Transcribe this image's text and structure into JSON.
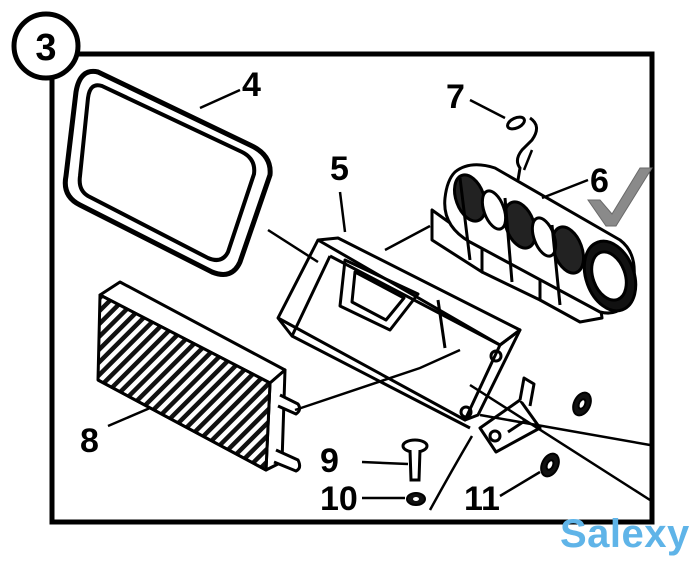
{
  "figure": {
    "number": "3"
  },
  "parts": [
    {
      "id": "4",
      "label": "4",
      "name": "gasket"
    },
    {
      "id": "5",
      "label": "5",
      "name": "housing"
    },
    {
      "id": "6",
      "label": "6",
      "name": "blower"
    },
    {
      "id": "7",
      "label": "7",
      "name": "clip"
    },
    {
      "id": "8",
      "label": "8",
      "name": "heater-core"
    },
    {
      "id": "9",
      "label": "9",
      "name": "bolt"
    },
    {
      "id": "10",
      "label": "10",
      "name": "washer"
    },
    {
      "id": "11",
      "label": "11",
      "name": "washer"
    }
  ],
  "watermark": {
    "text": "Salexy",
    "color": "#5fb4e8"
  },
  "colors": {
    "line": "#000000",
    "background": "#ffffff"
  }
}
